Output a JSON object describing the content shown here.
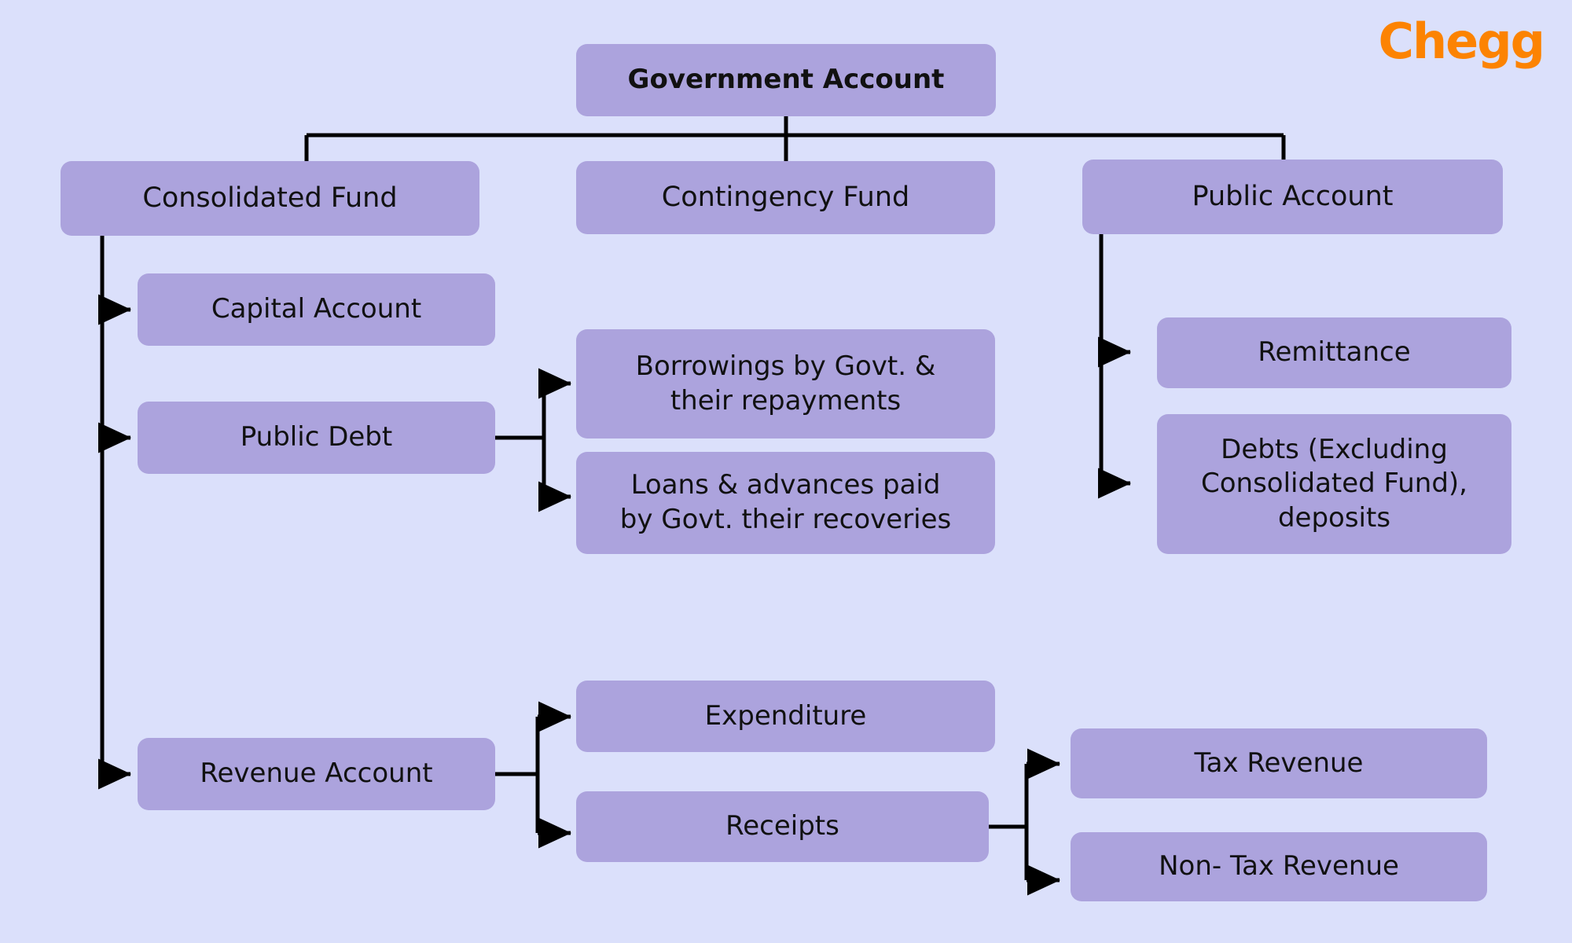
{
  "brand": {
    "name": "Chegg",
    "color": "#fc8302"
  },
  "theme": {
    "background": "#dbe0fb",
    "node_fill": "#aca3dd",
    "node_text": "#111111",
    "connector": "#000000"
  },
  "diagram": {
    "title": "Government Account",
    "type": "hierarchy-flowchart",
    "nodes": {
      "root": "Government Account",
      "consolidated_fund": "Consolidated Fund",
      "contingency_fund": "Contingency Fund",
      "public_account": "Public Account",
      "capital_account": "Capital Account",
      "public_debt": "Public Debt",
      "revenue_account": "Revenue Account",
      "borrowings": "Borrowings by Govt. &\ntheir repayments",
      "loans_advances": "Loans & advances paid\nby Govt. their recoveries",
      "remittance": "Remittance",
      "debts_deposits": "Debts (Excluding\nConsolidated Fund),\ndeposits",
      "expenditure": "Expenditure",
      "receipts": "Receipts",
      "tax_revenue": "Tax Revenue",
      "non_tax_revenue": "Non- Tax Revenue"
    },
    "edges": [
      {
        "from": "root",
        "to": "consolidated_fund"
      },
      {
        "from": "root",
        "to": "contingency_fund"
      },
      {
        "from": "root",
        "to": "public_account"
      },
      {
        "from": "consolidated_fund",
        "to": "capital_account"
      },
      {
        "from": "consolidated_fund",
        "to": "public_debt"
      },
      {
        "from": "consolidated_fund",
        "to": "revenue_account"
      },
      {
        "from": "public_debt",
        "to": "borrowings"
      },
      {
        "from": "public_debt",
        "to": "loans_advances"
      },
      {
        "from": "public_account",
        "to": "remittance"
      },
      {
        "from": "public_account",
        "to": "debts_deposits"
      },
      {
        "from": "revenue_account",
        "to": "expenditure"
      },
      {
        "from": "revenue_account",
        "to": "receipts"
      },
      {
        "from": "receipts",
        "to": "tax_revenue"
      },
      {
        "from": "receipts",
        "to": "non_tax_revenue"
      }
    ]
  }
}
